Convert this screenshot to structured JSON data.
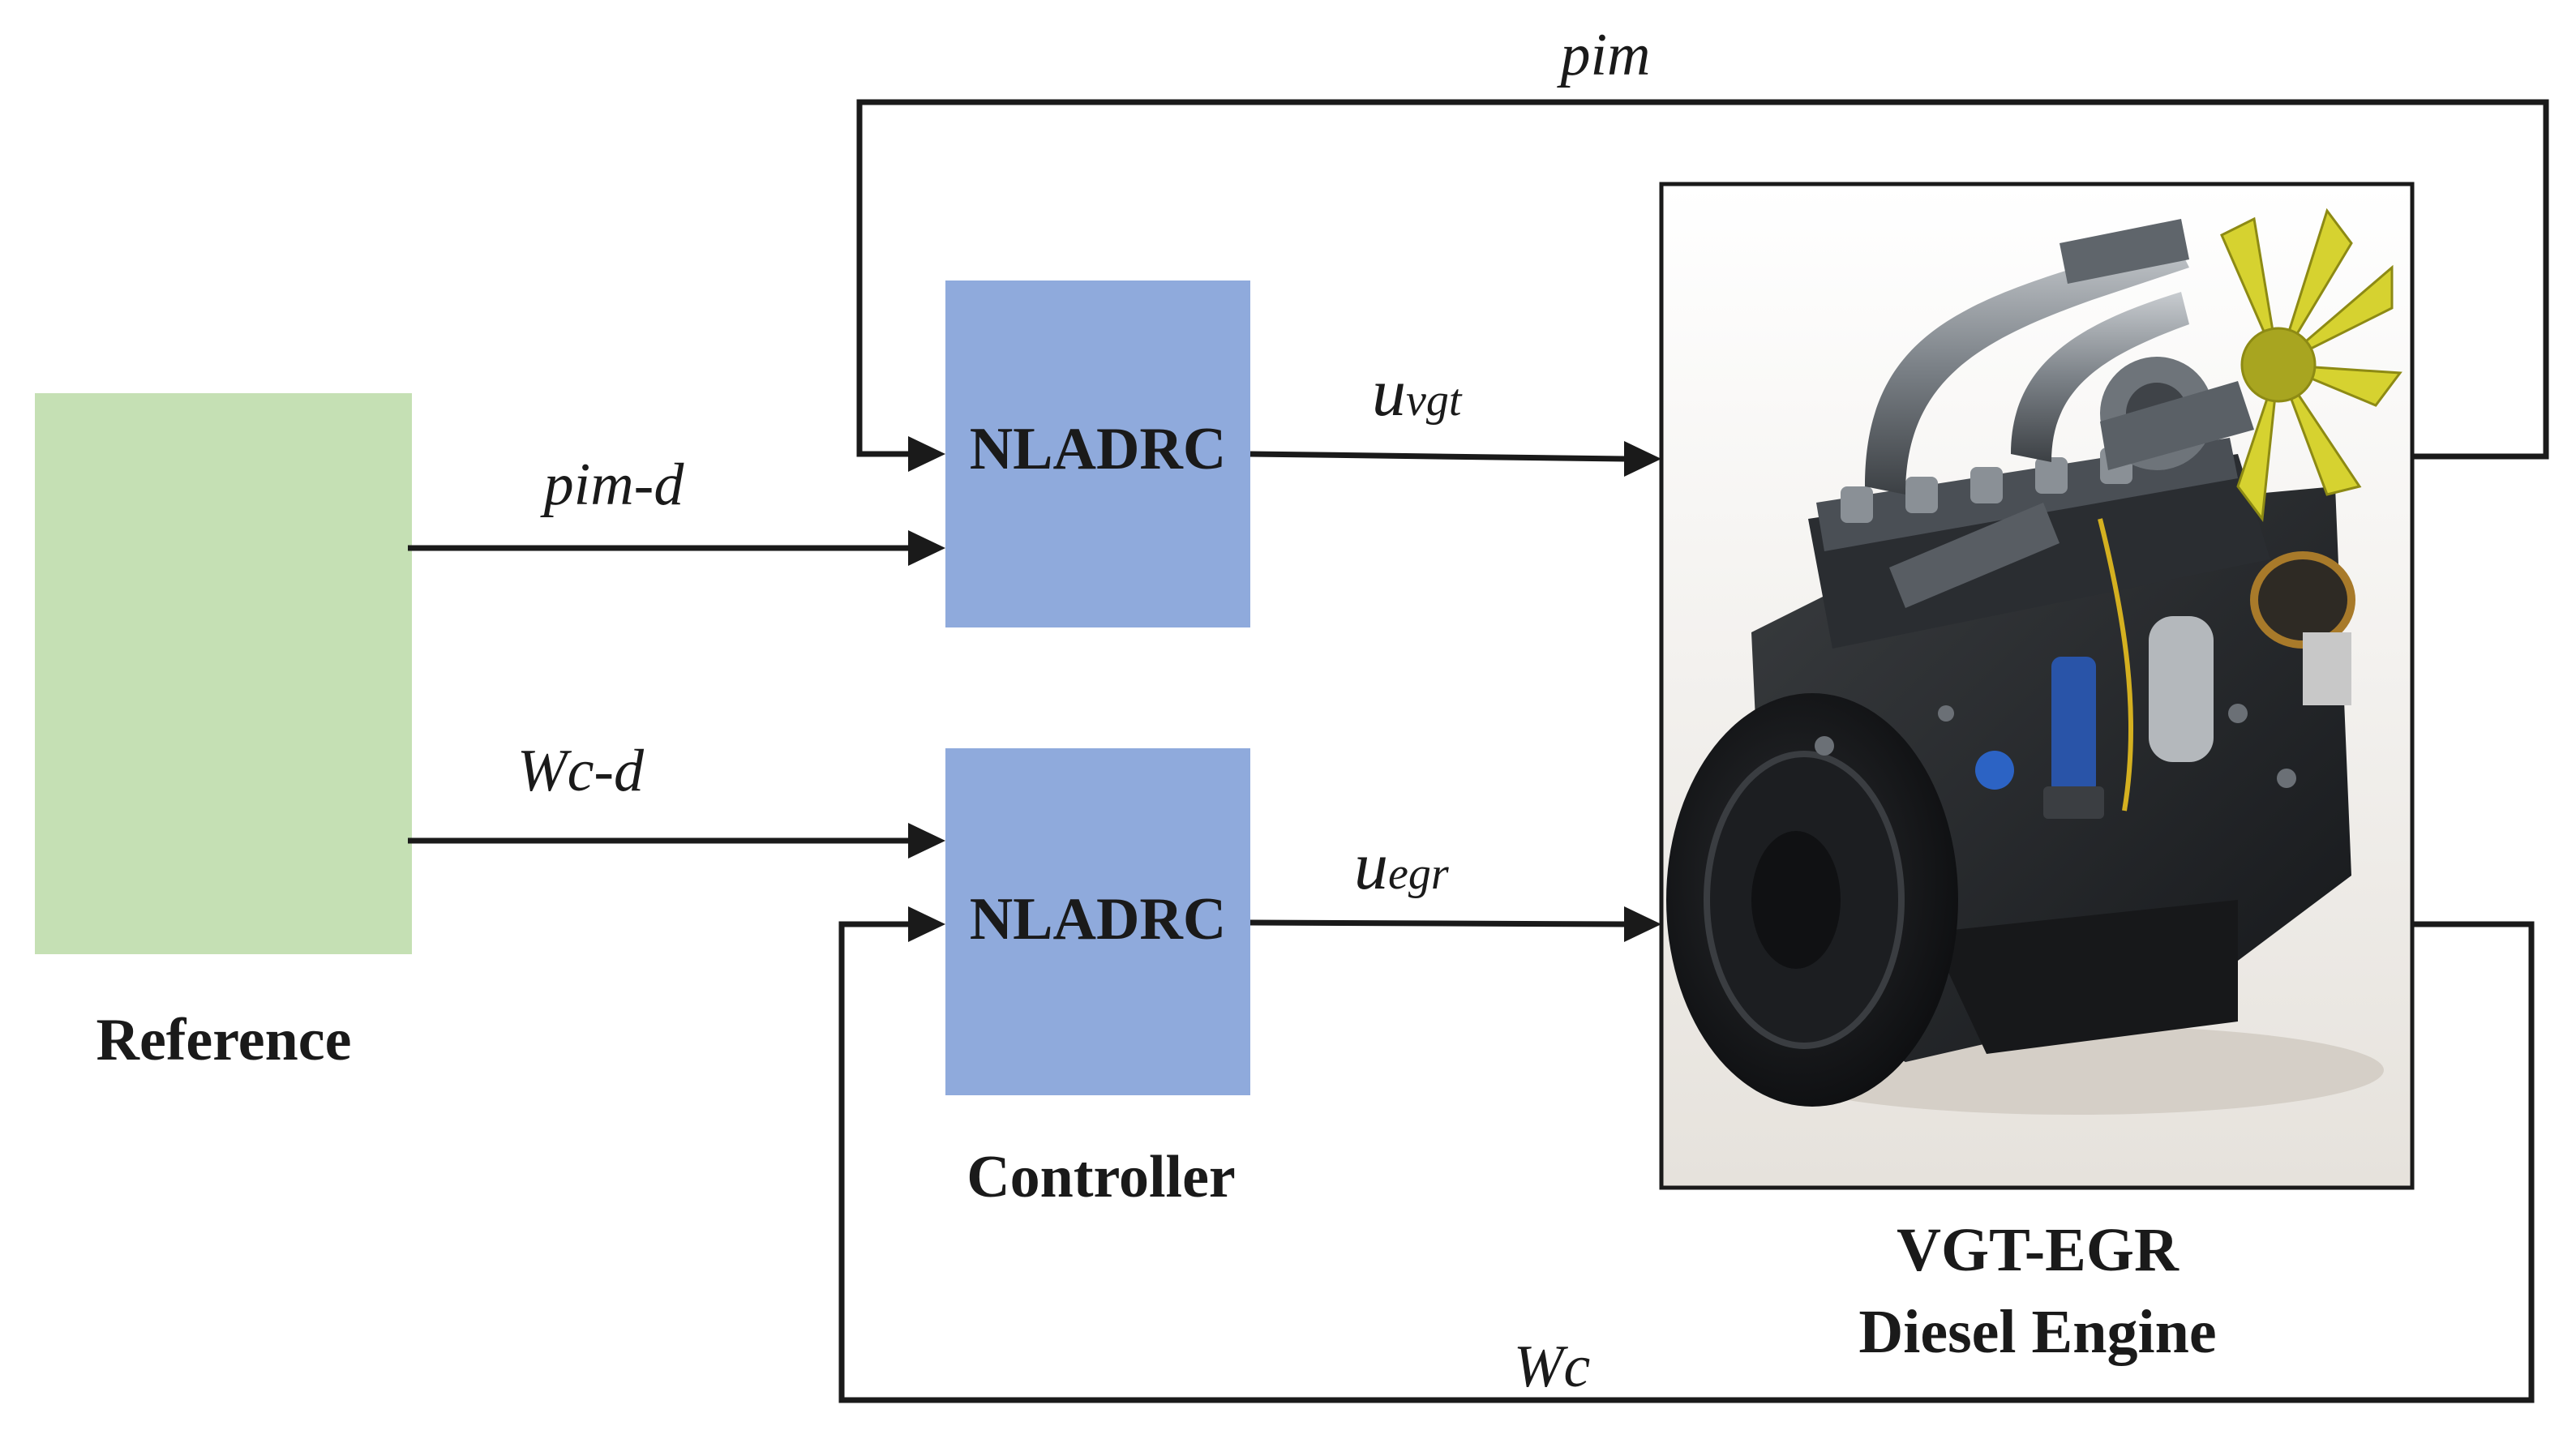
{
  "reference": {
    "label": "Reference",
    "fill": "#c5e0b4"
  },
  "controller": {
    "caption": "Controller",
    "fill": "#8faadc",
    "top_block_label": "NLADRC",
    "bottom_block_label": "NLADRC"
  },
  "engine": {
    "caption_line1": "VGT-EGR",
    "caption_line2": "Diesel Engine",
    "image_icon": "diesel-engine-illustration"
  },
  "signals": {
    "pim_d": "pim-d",
    "wc_d": "Wc-d",
    "u_vgt_main": "u",
    "u_vgt_sub": "vgt",
    "u_egr_main": "u",
    "u_egr_sub": "egr",
    "pim_feedback": "pim",
    "wc_feedback": "Wc"
  },
  "colors": {
    "line": "#1a1a1a"
  }
}
